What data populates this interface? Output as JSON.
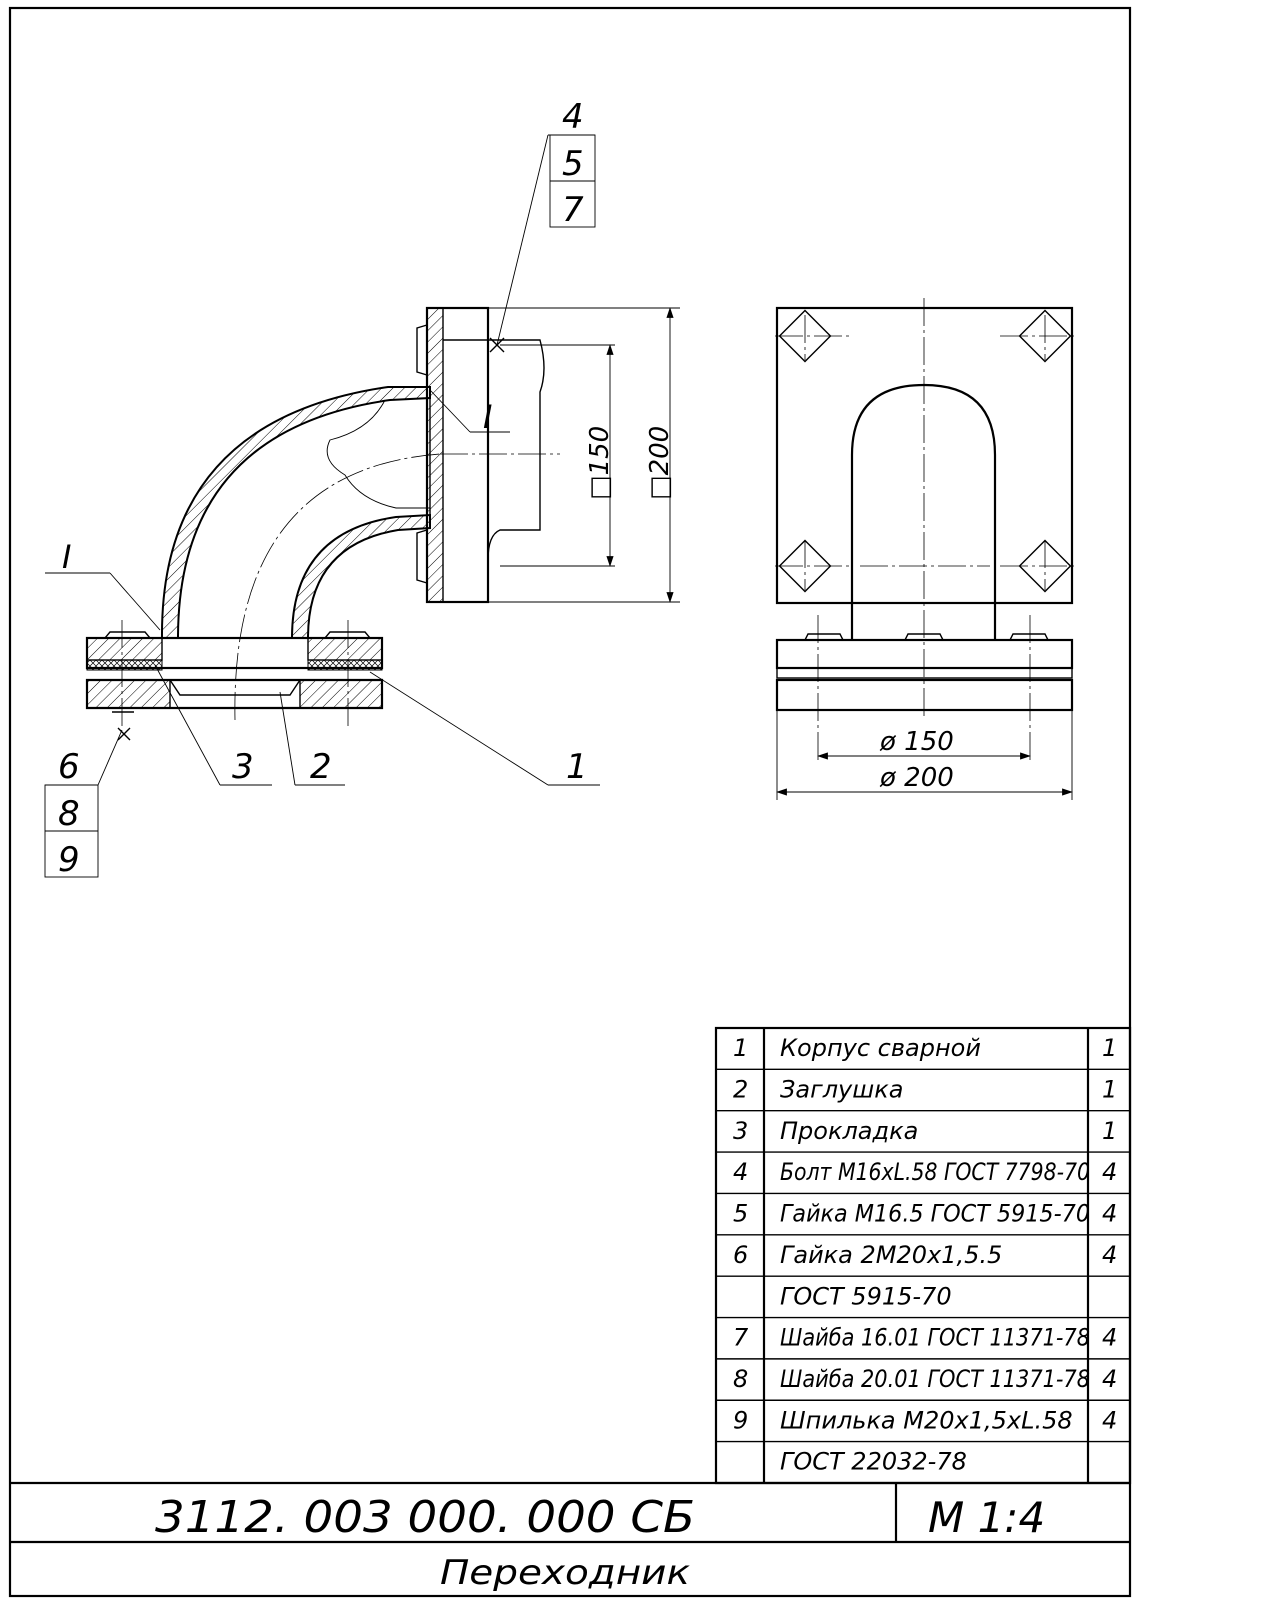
{
  "drawing": {
    "designation": "3112. 003 000. 000 СБ",
    "scale": "М 1:4",
    "title": "Переходник"
  },
  "dimensions": {
    "square_150": "□150",
    "square_200": "□200",
    "dia_150": "ø 150",
    "dia_200": "ø 200"
  },
  "callouts": {
    "section_mark": "I",
    "top_stack": [
      "4",
      "5",
      "7"
    ],
    "bottom_stack": [
      "6",
      "8",
      "9"
    ],
    "leaders": [
      "3",
      "2",
      "1"
    ]
  },
  "parts_list": [
    {
      "pos": "1",
      "name": "Корпус сварной",
      "qty": "1"
    },
    {
      "pos": "2",
      "name": "Заглушка",
      "qty": "1"
    },
    {
      "pos": "3",
      "name": "Прокладка",
      "qty": "1"
    },
    {
      "pos": "4",
      "name": "Болт М16xL.58 ГОСТ 7798-70",
      "qty": "4"
    },
    {
      "pos": "5",
      "name": "Гайка М16.5 ГОСТ 5915-70",
      "qty": "4"
    },
    {
      "pos": "6",
      "name": "Гайка 2М20x1,5.5",
      "qty": "4"
    },
    {
      "pos": "",
      "name": "ГОСТ 5915-70",
      "qty": ""
    },
    {
      "pos": "7",
      "name": "Шайба 16.01 ГОСТ 11371-78",
      "qty": "4"
    },
    {
      "pos": "8",
      "name": "Шайба 20.01 ГОСТ 11371-78",
      "qty": "4"
    },
    {
      "pos": "9",
      "name": "Шпилька М20x1,5xL.58",
      "qty": "4"
    },
    {
      "pos": "",
      "name": "ГОСТ 22032-78",
      "qty": ""
    }
  ]
}
